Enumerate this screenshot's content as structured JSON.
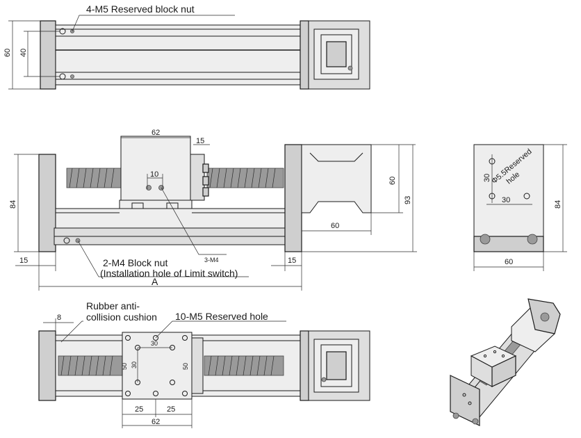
{
  "labels": {
    "reserved_block_nut": "4-M5 Reserved block nut",
    "block_nut": "2-M4 Block nut",
    "install_hole": "(Installation hole of Limit switch)",
    "rubber_line1": "Rubber anti-",
    "rubber_line2": "collision cushion",
    "reserved_hole": "10-M5 Reserved hole",
    "m4_tag": "3-M4",
    "reserved_hole_side_line1": "Φ5.5Reserved",
    "reserved_hole_side_line2": "hole",
    "length_a": "A"
  },
  "dims": {
    "d60": "60",
    "d40": "40",
    "d62": "62",
    "d15": "15",
    "d84": "84",
    "d93": "93",
    "d10": "10",
    "d30": "30",
    "d50": "50",
    "d25": "25",
    "d8": "8"
  },
  "colors": {
    "line": "#1a1a1a",
    "metal": "#cfcfcf",
    "screw": "#9a9a9a"
  }
}
